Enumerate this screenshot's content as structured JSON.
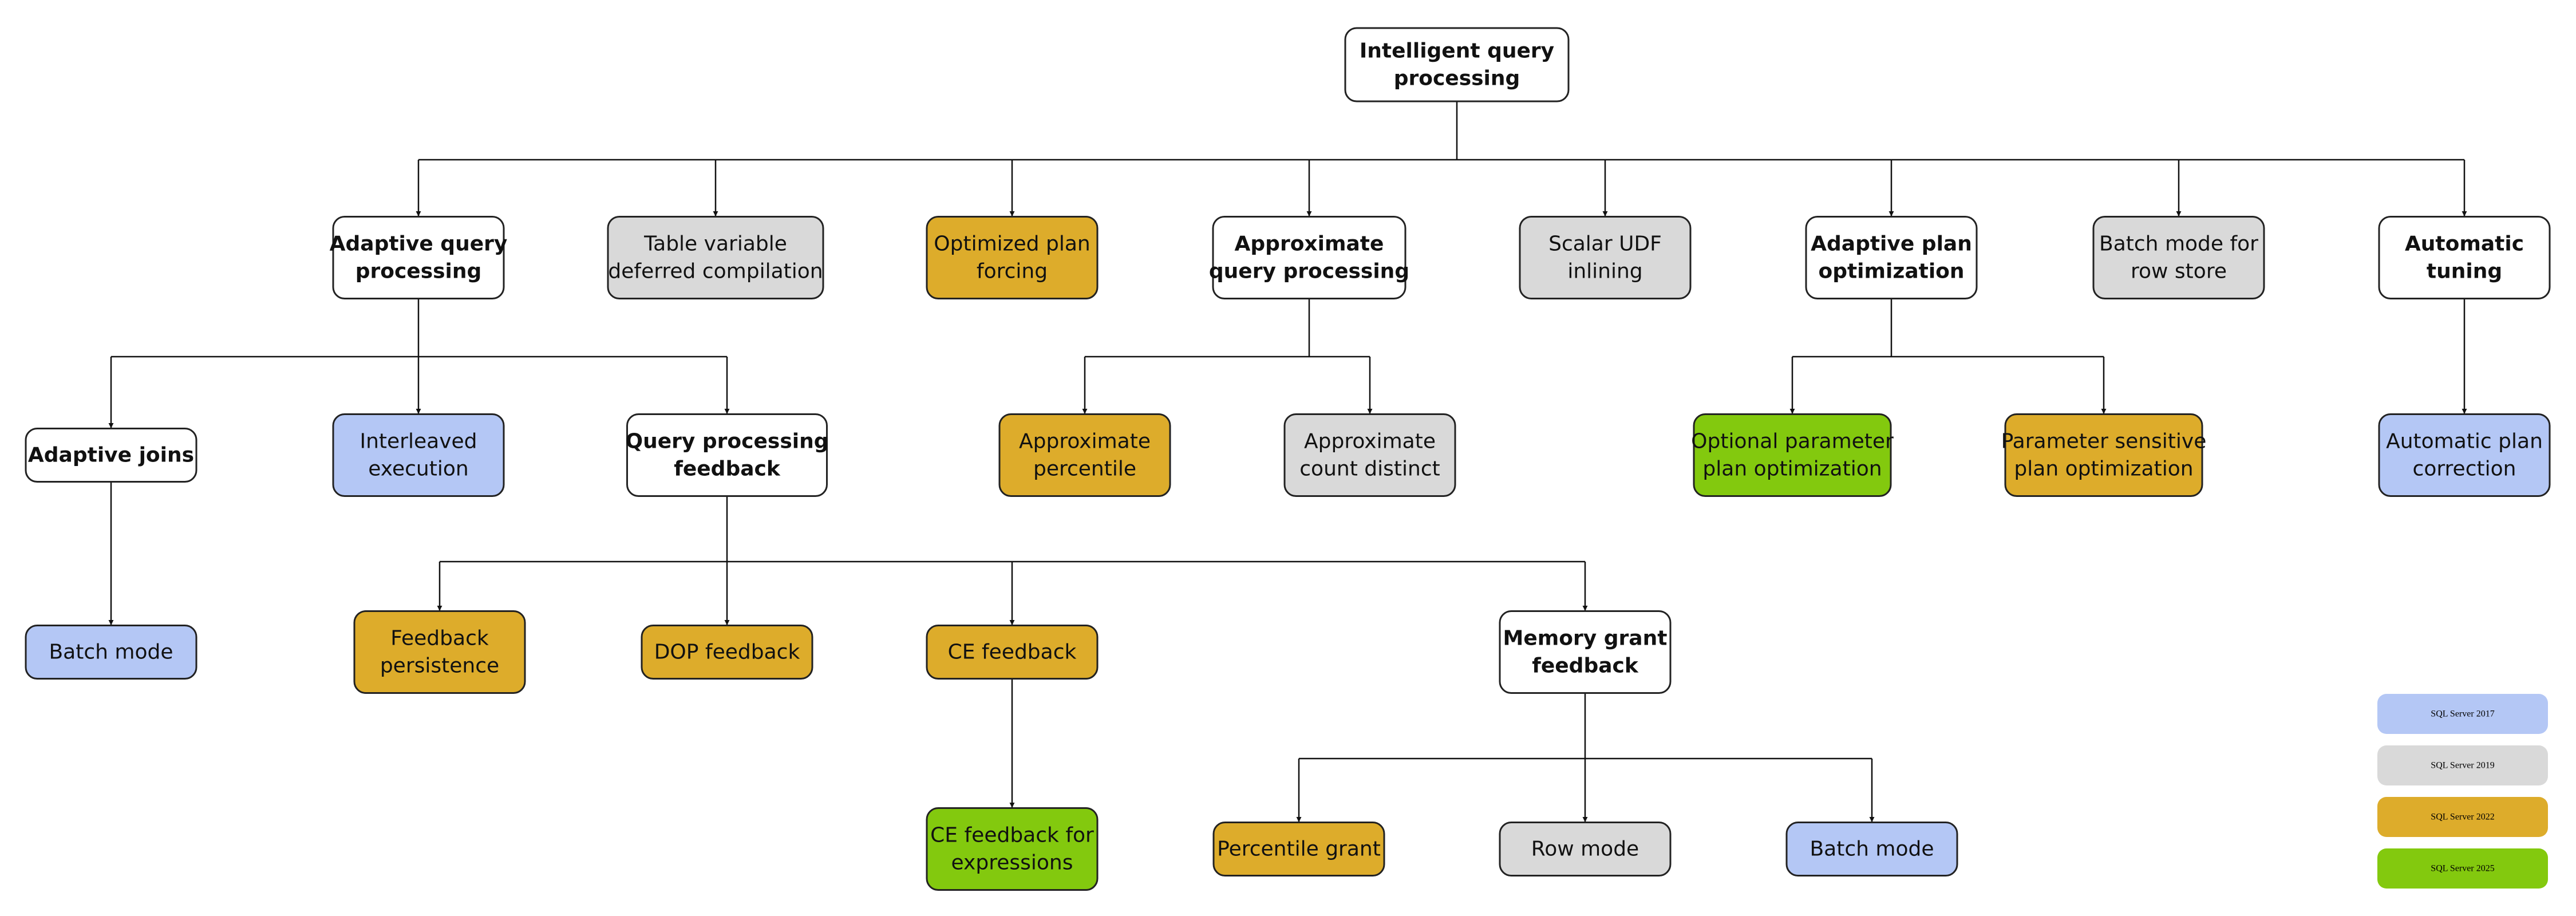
{
  "colors": {
    "group": "#ffffff",
    "sql2017": "#b4c7f5",
    "sql2019": "#d9d9d9",
    "sql2022": "#ddac2b",
    "sql2025": "#83c90e"
  },
  "nodes": [
    {
      "id": "root",
      "lines": [
        "Intelligent query",
        "processing"
      ],
      "color": "group",
      "bold": true
    },
    {
      "id": "aqp",
      "lines": [
        "Adaptive query",
        "processing"
      ],
      "color": "group",
      "bold": true
    },
    {
      "id": "tvdc",
      "lines": [
        "Table variable",
        "deferred compilation"
      ],
      "color": "sql2019",
      "bold": false
    },
    {
      "id": "opf",
      "lines": [
        "Optimized plan",
        "forcing"
      ],
      "color": "sql2022",
      "bold": false
    },
    {
      "id": "apqp",
      "lines": [
        "Approximate",
        "query processing"
      ],
      "color": "group",
      "bold": true
    },
    {
      "id": "sudf",
      "lines": [
        "Scalar UDF",
        "inlining"
      ],
      "color": "sql2019",
      "bold": false
    },
    {
      "id": "apo",
      "lines": [
        "Adaptive plan",
        "optimization"
      ],
      "color": "group",
      "bold": true
    },
    {
      "id": "bmrs",
      "lines": [
        "Batch mode for",
        "row store"
      ],
      "color": "sql2019",
      "bold": false
    },
    {
      "id": "at",
      "lines": [
        "Automatic",
        "tuning"
      ],
      "color": "group",
      "bold": true
    },
    {
      "id": "aj",
      "lines": [
        "Adaptive joins"
      ],
      "color": "group",
      "bold": true
    },
    {
      "id": "ie",
      "lines": [
        "Interleaved",
        "execution"
      ],
      "color": "sql2017",
      "bold": false
    },
    {
      "id": "qpf",
      "lines": [
        "Query processing",
        "feedback"
      ],
      "color": "group",
      "bold": true
    },
    {
      "id": "ap",
      "lines": [
        "Approximate",
        "percentile"
      ],
      "color": "sql2022",
      "bold": false
    },
    {
      "id": "acd",
      "lines": [
        "Approximate",
        "count distinct"
      ],
      "color": "sql2019",
      "bold": false
    },
    {
      "id": "oppo",
      "lines": [
        "Optional parameter",
        "plan optimization"
      ],
      "color": "sql2025",
      "bold": false
    },
    {
      "id": "pspo",
      "lines": [
        "Parameter sensitive",
        "plan optimization"
      ],
      "color": "sql2022",
      "bold": false
    },
    {
      "id": "apc",
      "lines": [
        "Automatic plan",
        "correction"
      ],
      "color": "sql2017",
      "bold": false
    },
    {
      "id": "bm1",
      "lines": [
        "Batch mode"
      ],
      "color": "sql2017",
      "bold": false
    },
    {
      "id": "fp",
      "lines": [
        "Feedback",
        "persistence"
      ],
      "color": "sql2022",
      "bold": false
    },
    {
      "id": "dop",
      "lines": [
        "DOP feedback"
      ],
      "color": "sql2022",
      "bold": false
    },
    {
      "id": "ce",
      "lines": [
        "CE feedback"
      ],
      "color": "sql2022",
      "bold": false
    },
    {
      "id": "mgf",
      "lines": [
        "Memory grant",
        "feedback"
      ],
      "color": "group",
      "bold": true
    },
    {
      "id": "cee",
      "lines": [
        "CE feedback for",
        "expressions"
      ],
      "color": "sql2025",
      "bold": false
    },
    {
      "id": "pg",
      "lines": [
        "Percentile grant"
      ],
      "color": "sql2022",
      "bold": false
    },
    {
      "id": "rm",
      "lines": [
        "Row mode"
      ],
      "color": "sql2019",
      "bold": false
    },
    {
      "id": "bm2",
      "lines": [
        "Batch mode"
      ],
      "color": "sql2017",
      "bold": false
    }
  ],
  "edges": [
    [
      "root",
      "aqp"
    ],
    [
      "root",
      "tvdc"
    ],
    [
      "root",
      "opf"
    ],
    [
      "root",
      "apqp"
    ],
    [
      "root",
      "sudf"
    ],
    [
      "root",
      "apo"
    ],
    [
      "root",
      "bmrs"
    ],
    [
      "root",
      "at"
    ],
    [
      "aqp",
      "aj"
    ],
    [
      "aqp",
      "ie"
    ],
    [
      "aqp",
      "qpf"
    ],
    [
      "apqp",
      "ap"
    ],
    [
      "apqp",
      "acd"
    ],
    [
      "apo",
      "oppo"
    ],
    [
      "apo",
      "pspo"
    ],
    [
      "at",
      "apc"
    ],
    [
      "aj",
      "bm1"
    ],
    [
      "qpf",
      "fp"
    ],
    [
      "qpf",
      "dop"
    ],
    [
      "qpf",
      "ce"
    ],
    [
      "qpf",
      "mgf"
    ],
    [
      "ce",
      "cee"
    ],
    [
      "mgf",
      "pg"
    ],
    [
      "mgf",
      "rm"
    ],
    [
      "mgf",
      "bm2"
    ]
  ],
  "legend": [
    {
      "label": "SQL Server 2017",
      "color": "sql2017"
    },
    {
      "label": "SQL Server 2019",
      "color": "sql2019"
    },
    {
      "label": "SQL Server 2022",
      "color": "sql2022"
    },
    {
      "label": "SQL Server 2025",
      "color": "sql2025"
    }
  ]
}
